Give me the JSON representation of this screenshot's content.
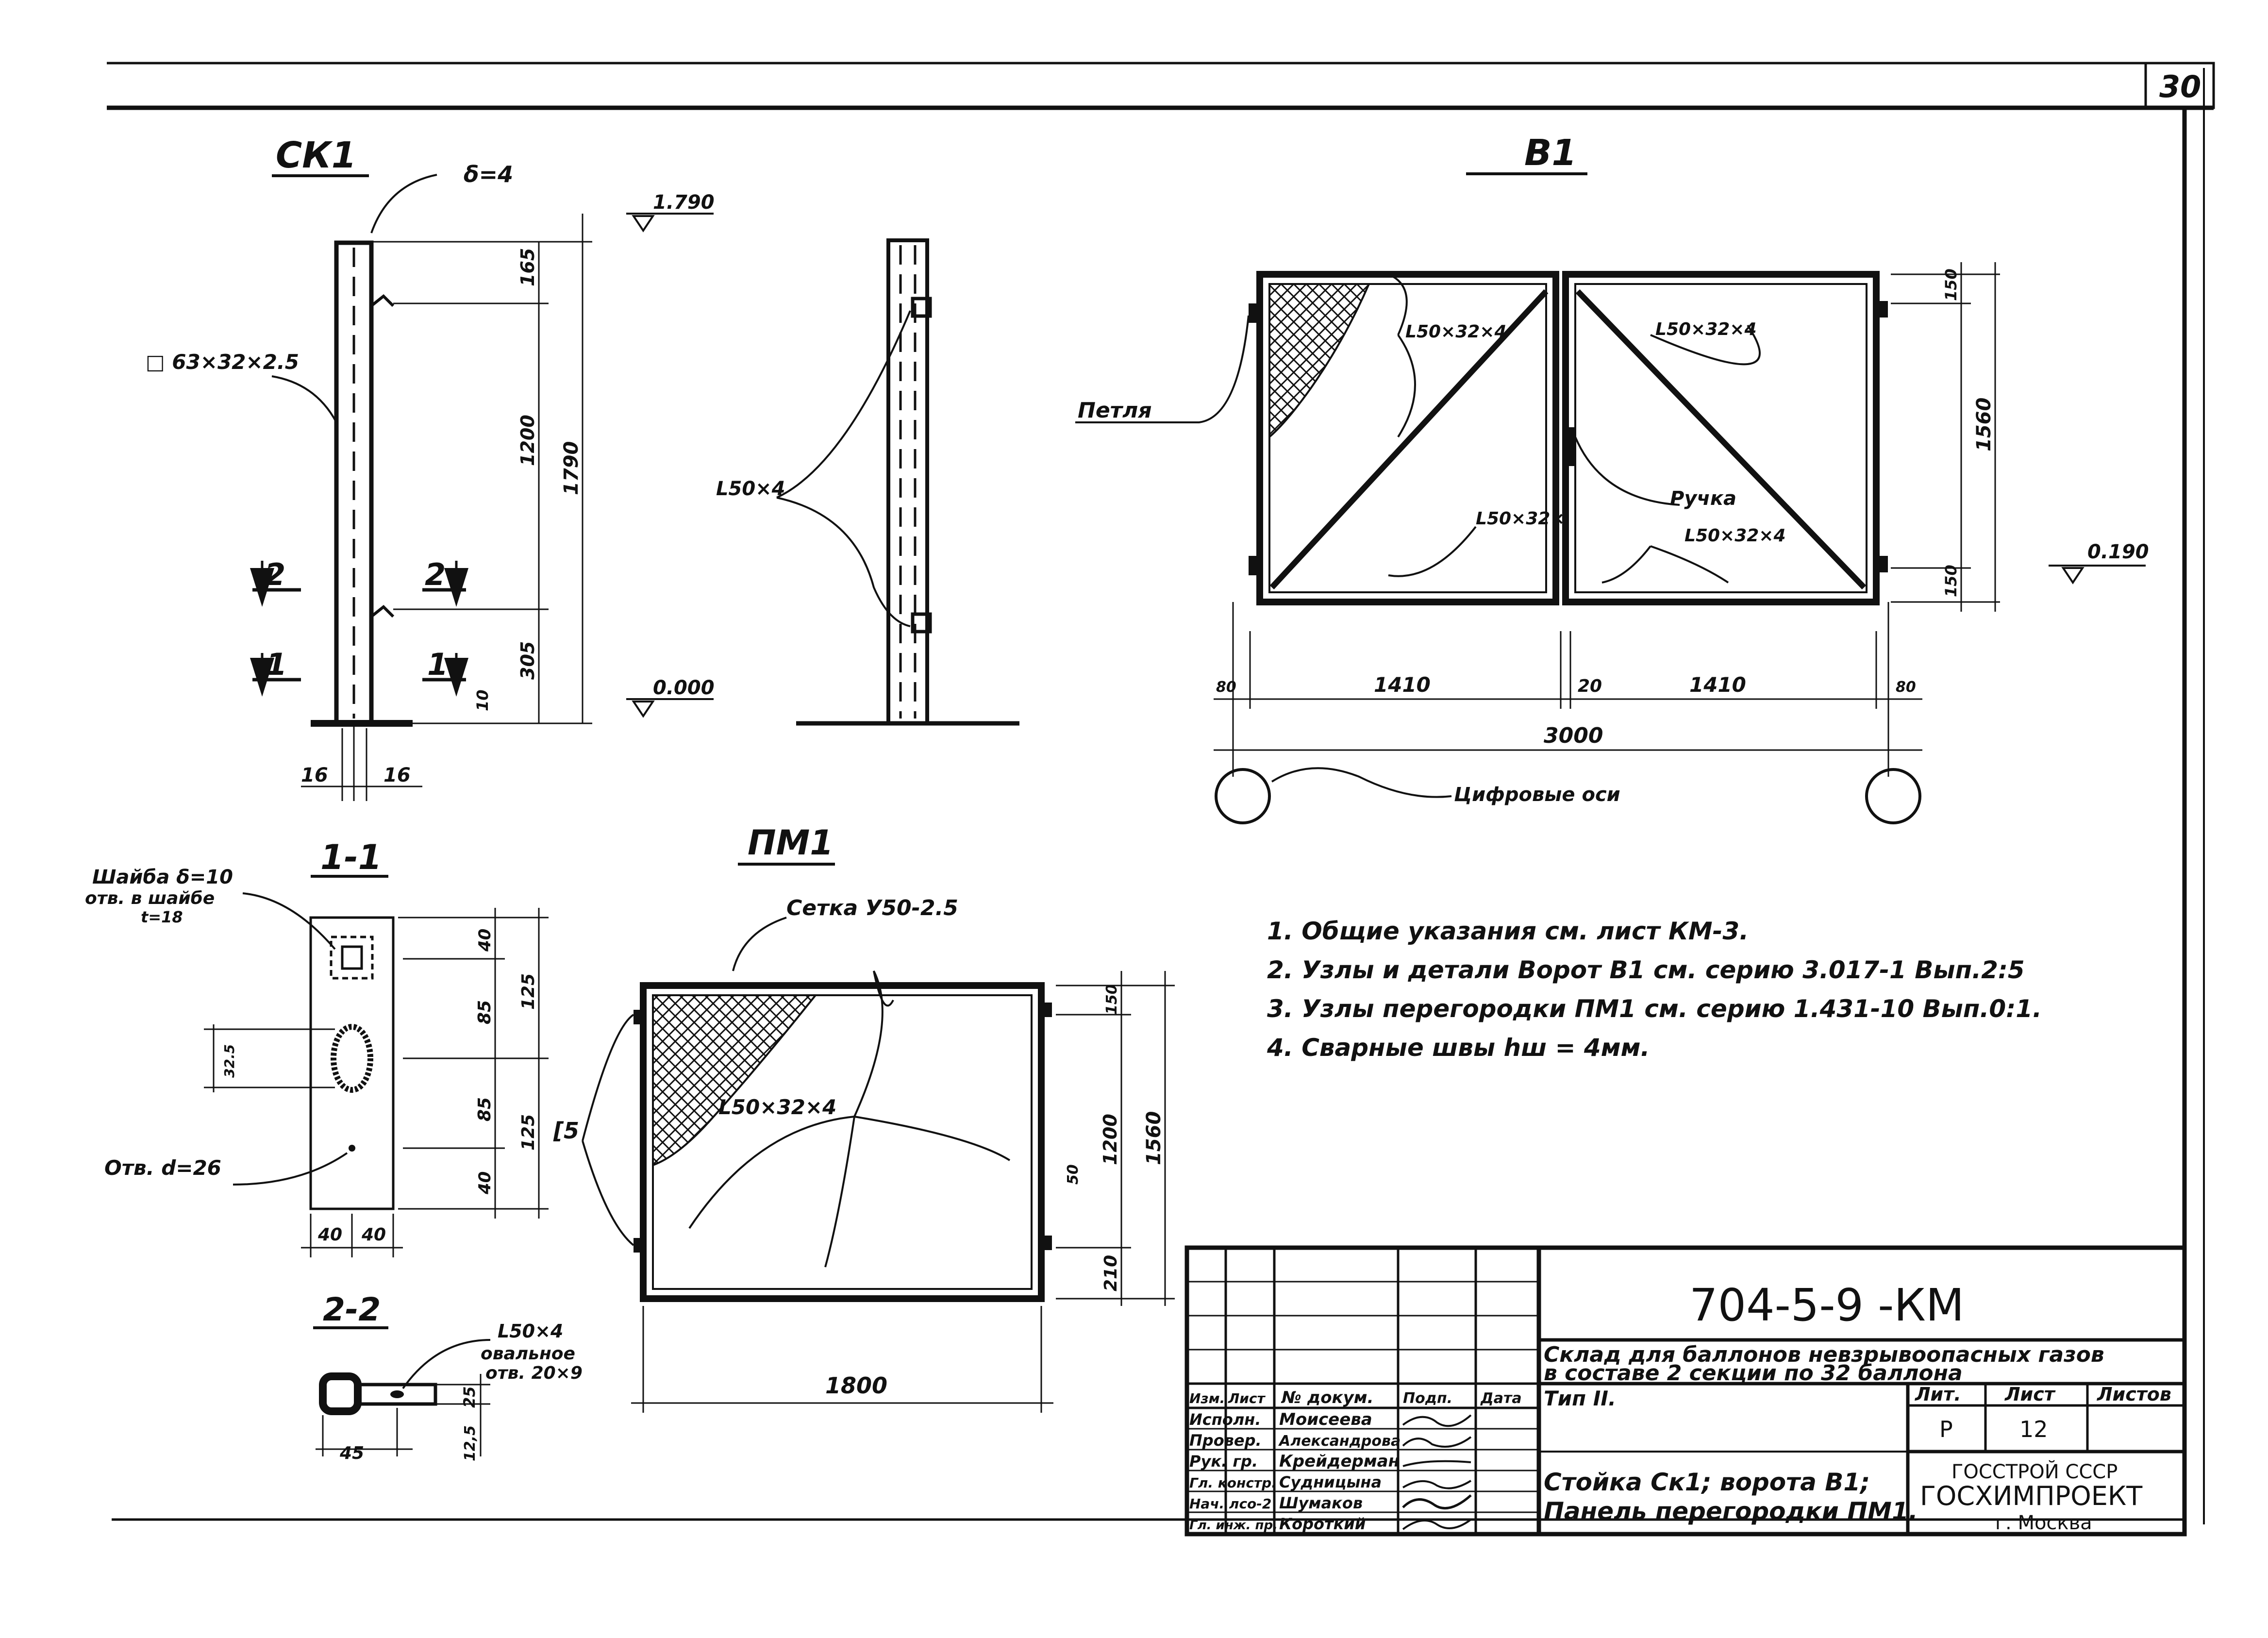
{
  "sheet_number": "30",
  "views": {
    "ck1": {
      "title": "СК1",
      "delta": "δ=4",
      "profile": "□ 63×32×2.5",
      "elev_top": "1.790",
      "elev_zero": "0.000",
      "dim_165": "165",
      "dim_1200": "1200",
      "dim_1790": "1790",
      "dim_305": "305",
      "dim_10": "10",
      "dim_16a": "16",
      "dim_16b": "16",
      "sec_1": "1",
      "sec_2": "2"
    },
    "ck1_side": {
      "angle": "L50×4"
    },
    "b1": {
      "title": "В1",
      "hinge": "Петля",
      "angle_a": "L50×32×4",
      "angle_b": "L50×32×4",
      "angle_c": "L50×32×",
      "angle_d": "L50×32×4",
      "handle": "Ручка",
      "dim_150a": "150",
      "dim_150b": "150",
      "dim_1560": "1560",
      "elev": "0.190",
      "dim_80a": "80",
      "dim_1410a": "1410",
      "dim_20": "20",
      "dim_1410b": "1410",
      "dim_80b": "80",
      "dim_3000": "3000",
      "axes_label": "Цифровые оси"
    },
    "sec11": {
      "title": "1-1",
      "washer": "Шайба δ=10",
      "hole_in_washer": "отв. в шайбе",
      "hole_size": "t=18",
      "dim_40a": "40",
      "dim_85a": "85",
      "dim_125a": "125",
      "dim_85b": "85",
      "dim_125b": "125",
      "dim_40b": "40",
      "dim_side": "32.5",
      "hole_d": "Отв. d=26",
      "dim_w1": "40",
      "dim_w2": "40"
    },
    "sec22": {
      "title": "2-2",
      "angle": "L50×4",
      "oval1": "овальное",
      "oval2": "отв. 20×9",
      "dim_25": "25",
      "dim_125": "12,5",
      "dim_45": "45"
    },
    "pm1": {
      "title": "ПМ1",
      "mesh": "Сетка У50-2.5",
      "angle": "L50×32×4",
      "channel": "[5",
      "dim_150": "150",
      "dim_1200": "1200",
      "dim_1560": "1560",
      "dim_50": "50",
      "dim_210": "210",
      "dim_1800": "1800"
    }
  },
  "notes": [
    "1. Общие указания см. лист КМ-3.",
    "2. Узлы и детали Ворот В1 см. серию 3.017-1 Вып.2:5",
    "3. Узлы перегородки ПМ1 см. серию 1.431-10 Вып.0:1.",
    "4. Сварные швы hш = 4мм."
  ],
  "title_block": {
    "code": "704-5-9 -КМ",
    "desc1": "Склад для баллонов невзрывоопасных газов",
    "desc2": "в составе 2 секции по 32 баллона",
    "type": "Тип II.",
    "col_izm": "Изм.",
    "col_list": "Лист",
    "col_doc": "№ докум.",
    "col_sign": "Подп.",
    "col_date": "Дата",
    "roles": [
      "Исполн.",
      "Провер.",
      "Рук. гр.",
      "Гл. констр.",
      "Нач. лсо-2",
      "Гл. инж. пр."
    ],
    "names": [
      "Моисеева",
      "Александрова",
      "Крейдерман",
      "Судницына",
      "Шумаков",
      "Короткий"
    ],
    "h_lit": "Лит.",
    "h_sheet": "Лист",
    "h_sheets": "Листов",
    "lit": "Р",
    "sheet": "12",
    "drawing_name1": "Стойка Ск1; ворота В1;",
    "drawing_name2": "Панель перегородки ПМ1.",
    "org1": "ГОССТРОЙ СССР",
    "org2": "ГОСХИМПРОЕКТ",
    "org3": "г. Москва"
  }
}
